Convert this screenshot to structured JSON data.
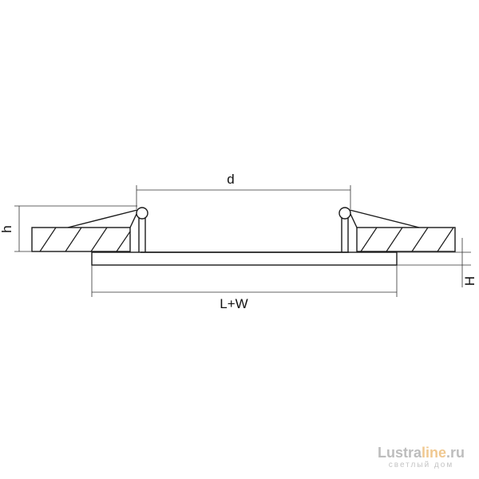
{
  "labels": {
    "d": "d",
    "h": "h",
    "H": "H",
    "lw": "L+W"
  },
  "watermark": {
    "brand_start": "Lustra",
    "brand_accent": "line",
    "brand_end": ".ru",
    "tagline": "светлый дом",
    "accent_color": "#f0c890"
  }
}
